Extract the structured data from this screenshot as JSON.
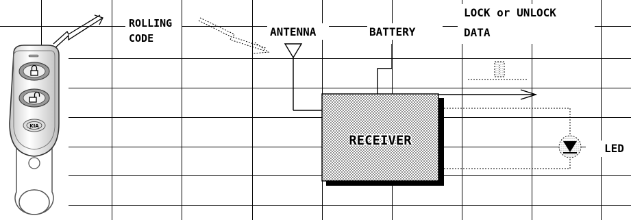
{
  "labels": {
    "rolling_code_line1": "ROLLING",
    "rolling_code_line2": "CODE",
    "antenna": "ANTENNA",
    "battery": "BATTERY",
    "lock_data_line1": "LOCK or UNLOCK",
    "lock_data_line2": "DATA",
    "receiver": "RECEIVER",
    "led": "LED"
  },
  "key_fob": {
    "brand": "KIA",
    "buttons": [
      "lock-icon",
      "unlock-icon",
      "kia-logo"
    ]
  },
  "colors": {
    "line": "#000000",
    "grid": "#000000",
    "receiver_fill": "#ffffff",
    "receiver_dots": "#555555",
    "shadow": "#000000"
  }
}
